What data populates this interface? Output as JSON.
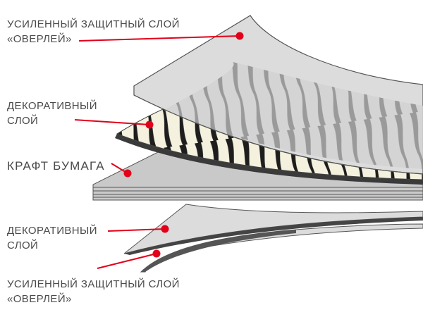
{
  "colors": {
    "leader": "#e2001a",
    "outline": "#555555",
    "overlay_fill": "#d9d9d9",
    "decor_stripes": "#1e1e1e",
    "decor_base": "#f4f1de",
    "kraft_fill": "#c7c7c7",
    "text": "#4a4a4a"
  },
  "labels": {
    "overlay_top": {
      "line1": "УСИЛЕННЫЙ ЗАЩИТНЫЙ СЛОЙ",
      "line2": "«ОВЕРЛЕЙ»"
    },
    "decor_top": {
      "line1": "ДЕКОРАТИВНЫЙ",
      "line2": "СЛОЙ"
    },
    "kraft": {
      "line1": "КРАФТ БУМАГА"
    },
    "decor_bottom": {
      "line1": "ДЕКОРАТИВНЫЙ",
      "line2": "СЛОЙ"
    },
    "overlay_bottom": {
      "line1": "УСИЛЕННЫЙ ЗАЩИТНЫЙ СЛОЙ",
      "line2": "«ОВЕРЛЕЙ»"
    }
  }
}
